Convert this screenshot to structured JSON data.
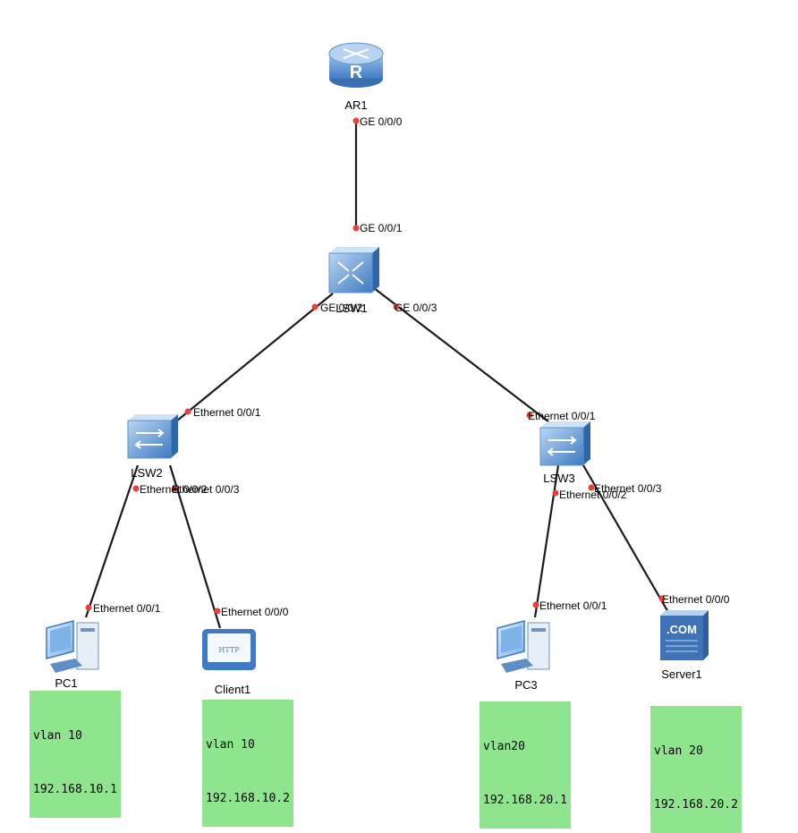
{
  "devices": {
    "ar1": {
      "label": "AR1"
    },
    "lsw1": {
      "label": "LSW1"
    },
    "lsw2": {
      "label": "LSW2"
    },
    "lsw3": {
      "label": "LSW3"
    },
    "pc1": {
      "label": "PC1"
    },
    "client1": {
      "label": "Client1",
      "screen_text": "HTTP"
    },
    "pc3": {
      "label": "PC3"
    },
    "server1": {
      "label": "Server1",
      "screen_text": ".COM"
    }
  },
  "ports": {
    "ar1_ge000": "GE 0/0/0",
    "lsw1_ge001": "GE 0/0/1",
    "lsw1_ge002": "GE 0/0/2",
    "lsw1_ge003": "GE 0/0/3",
    "lsw2_e001": "Ethernet 0/0/1",
    "lsw2_e002": "Ethernet 0/0/2",
    "lsw2_e003": "Ethernet 0/0/3",
    "lsw3_e001": "Ethernet 0/0/1",
    "lsw3_e002": "Ethernet 0/0/2",
    "lsw3_e003": "Ethernet 0/0/3",
    "pc1_e001": "Ethernet 0/0/1",
    "client1_e000": "Ethernet 0/0/0",
    "pc3_e001": "Ethernet 0/0/1",
    "server1_e000": "Ethernet 0/0/0"
  },
  "notes": {
    "pc1": {
      "vlan": "vlan 10",
      "ip": "192.168.10.1"
    },
    "client1": {
      "vlan": "vlan 10",
      "ip": "192.168.10.2"
    },
    "pc3": {
      "vlan": "vlan20",
      "ip": "192.168.20.1"
    },
    "server1": {
      "vlan": "vlan 20",
      "ip": "192.168.20.2"
    }
  },
  "colors": {
    "link": "#1a1a1a",
    "port_dot": "#e8403a",
    "device_blue": "#4a86c8",
    "note_bg": "#8ee58e"
  }
}
